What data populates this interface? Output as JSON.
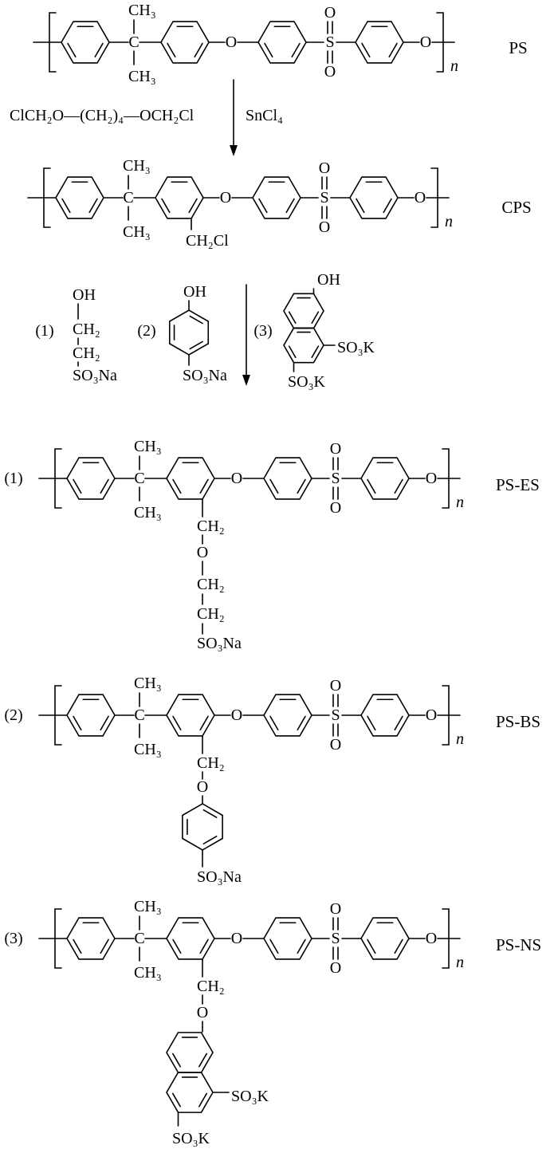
{
  "atoms": {
    "c": "C",
    "o": "O",
    "s": "S",
    "ch3": "CH₃",
    "ch2": "CH₂",
    "oh": "OH",
    "so3na": "SO₃Na",
    "so3k": "SO₃K",
    "ch2cl": "CH₂Cl",
    "n": "n"
  },
  "structures": {
    "ps": "PS",
    "cps": "CPS"
  },
  "step1": {
    "reagent": "ClCH₂O—(CH₂)₄—OCH₂Cl",
    "catalyst": "SnCl₄"
  },
  "step2": {
    "reagents": [
      {
        "index": "(1)"
      },
      {
        "index": "(2)"
      },
      {
        "index": "(3)"
      }
    ]
  },
  "products": [
    {
      "index": "(1)",
      "label": "PS-ES"
    },
    {
      "index": "(2)",
      "label": "PS-BS"
    },
    {
      "index": "(3)",
      "label": "PS-NS"
    }
  ]
}
